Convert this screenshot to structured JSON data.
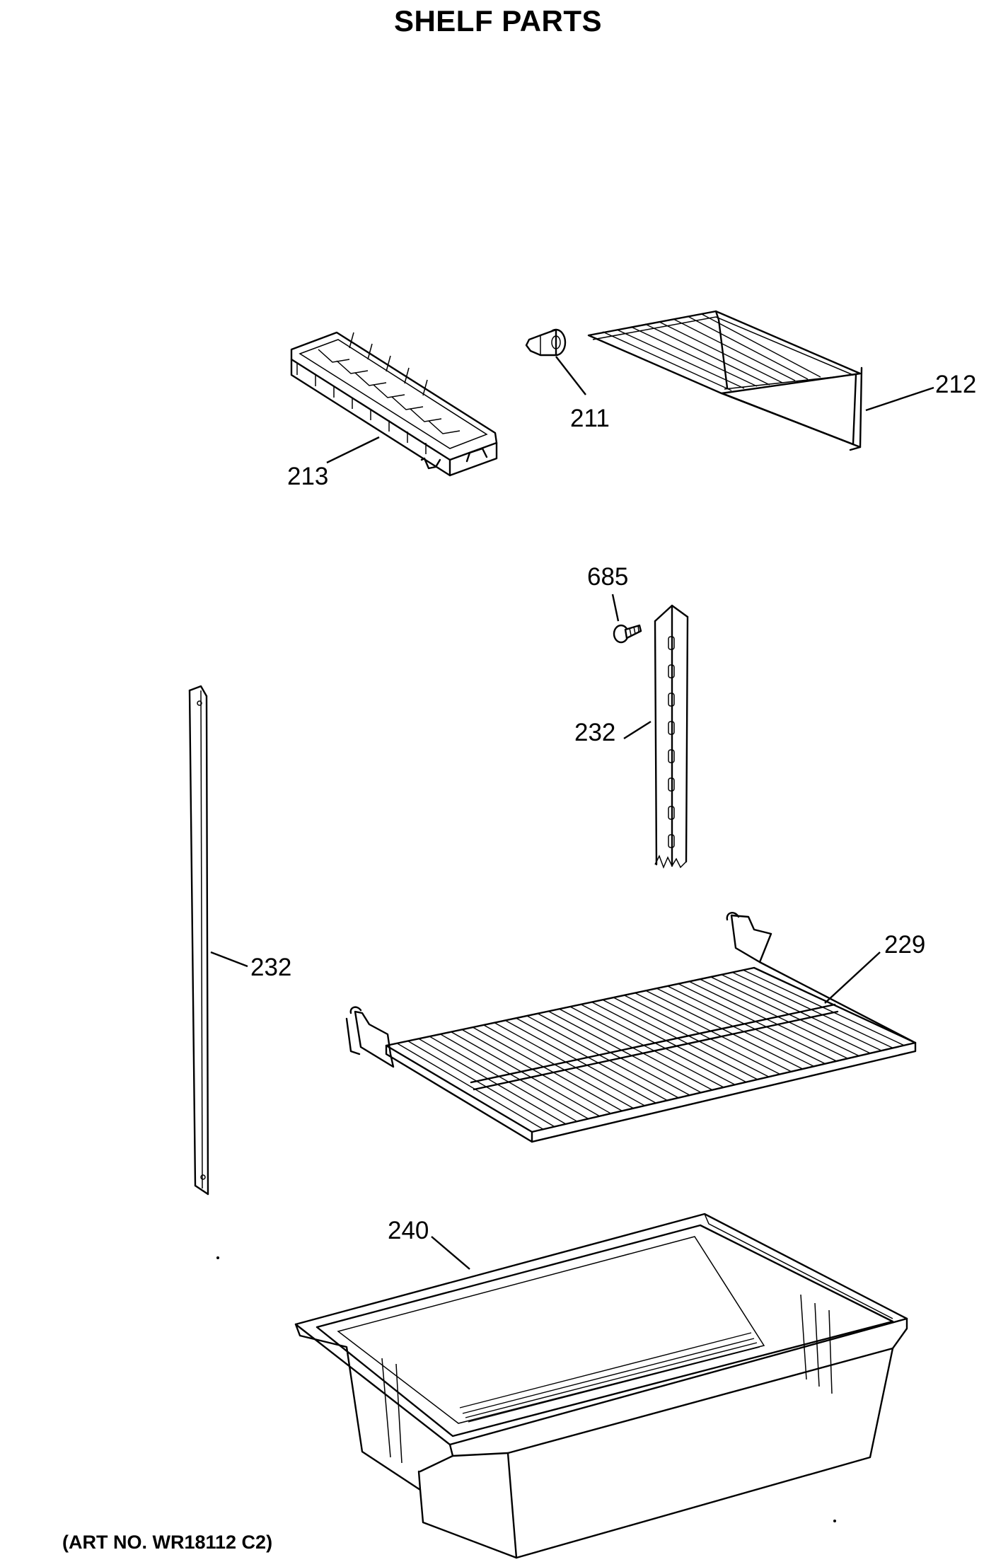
{
  "title": "SHELF PARTS",
  "parts": [
    {
      "id": "ice-tray",
      "callout": "213"
    },
    {
      "id": "shelf-stop",
      "callout": "211"
    },
    {
      "id": "door-shelf",
      "callout": "212"
    },
    {
      "id": "screw",
      "callout": "685"
    },
    {
      "id": "shelf-support-right",
      "callout": "232"
    },
    {
      "id": "shelf-support-left",
      "callout": "232"
    },
    {
      "id": "wire-shelf",
      "callout": "229"
    },
    {
      "id": "freezer-pan",
      "callout": "240"
    }
  ],
  "footer": {
    "art_number": "(ART NO. WR18112 C2)"
  }
}
